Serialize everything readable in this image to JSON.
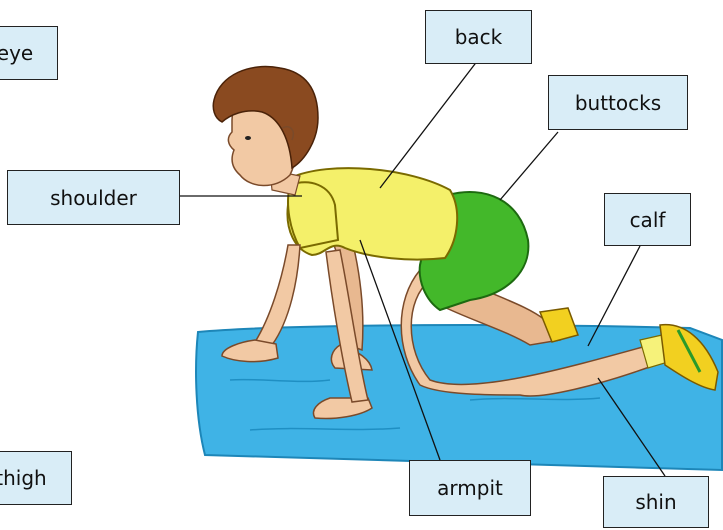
{
  "labels": {
    "eye": "eye",
    "back": "back",
    "buttocks": "buttocks",
    "shoulder": "shoulder",
    "calf": "calf",
    "thigh": "thigh",
    "armpit": "armpit",
    "shin": "shin"
  },
  "colors": {
    "label_bg": "#d9edf7",
    "mat": "#3fb3e6",
    "shirt": "#f4f06a",
    "shorts": "#43b82a",
    "skin": "#f2c9a4",
    "hair": "#8a4a20",
    "shoes": "#f2d020"
  },
  "illustration": "boy-on-all-fours-on-exercise-mat"
}
